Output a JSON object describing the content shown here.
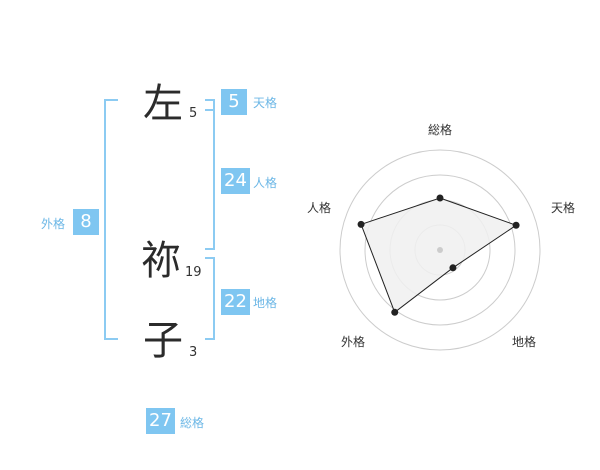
{
  "name_characters": [
    {
      "char": "左",
      "strokes": "5"
    },
    {
      "char": "祢",
      "strokes": "19"
    },
    {
      "char": "子",
      "strokes": "3"
    }
  ],
  "fortune": {
    "tenkaku": {
      "value": "5",
      "label": "天格"
    },
    "jinkaku": {
      "value": "24",
      "label": "人格"
    },
    "chikaku": {
      "value": "22",
      "label": "地格"
    },
    "gaikaku": {
      "value": "8",
      "label": "外格"
    },
    "soukaku": {
      "value": "27",
      "label": "総格"
    }
  },
  "colors": {
    "accent": "#7fc6f1",
    "bracket": "#8ccbf2",
    "radar_fill": "#f0f0f0",
    "radar_line": "#222222",
    "grid": "#cccccc"
  },
  "chart_data": {
    "type": "radar",
    "axes": [
      "総格",
      "天格",
      "地格",
      "外格",
      "人格"
    ],
    "values": [
      0.52,
      0.8,
      0.22,
      0.77,
      0.83
    ],
    "range": [
      0,
      1
    ],
    "rings": 4
  }
}
